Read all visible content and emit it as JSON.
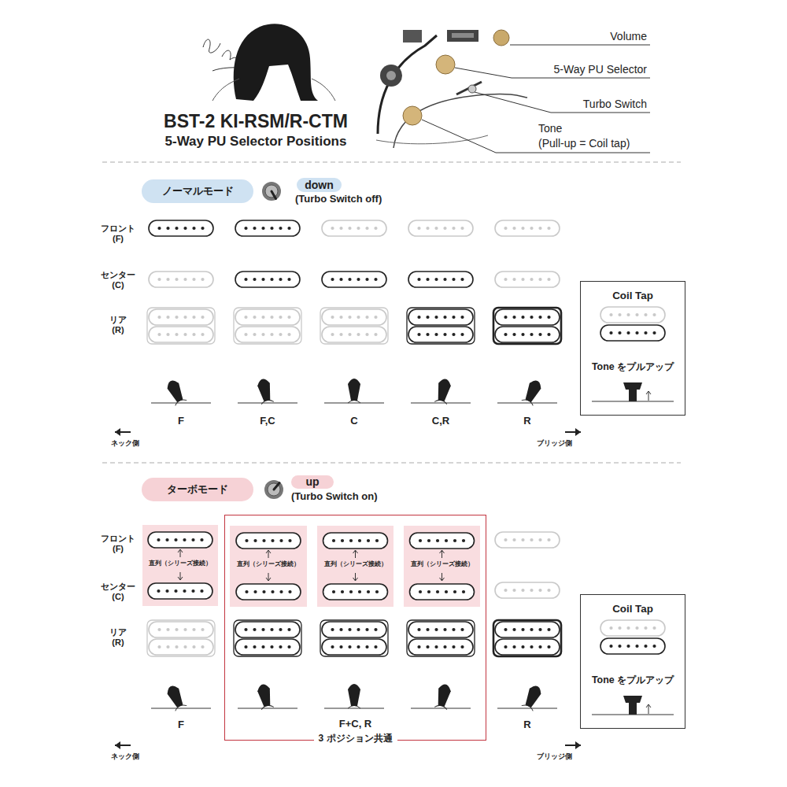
{
  "diagram": {
    "title": "BST-2 KI-RSM/R-CTM",
    "nodes": [
      {
        "text": [
          "ノーマルモード"
        ]
      },
      {
        "text": [
          "down"
        ]
      },
      {
        "text": [
          "Coil Tap",
          "Tone をプルアップ"
        ]
      },
      {
        "text": [
          "ターボモード"
        ]
      },
      {
        "text": [
          "up"
        ]
      },
      {
        "text": [
          "直列（シリーズ接続）"
        ]
      },
      {
        "text": [
          "F+C, R",
          "3 ポジション共通"
        ]
      },
      {
        "text": [
          "直列（シリーズ接続）"
        ],
        "in": 6
      },
      {
        "text": [
          "直列（シリーズ接続）"
        ],
        "in": 6
      },
      {
        "text": [
          "直列（シリーズ接続）"
        ],
        "in": 6
      },
      {
        "text": [
          "Coil Tap",
          "Tone をプルアップ"
        ]
      }
    ],
    "labels": [
      "5-Way PU Selector Positions",
      "Volume",
      "5-Way PU Selector",
      "Turbo Switch",
      "Tone",
      "(Pull-up = Coil tap)",
      "(Turbo Switch off)",
      "フロント (F)",
      "センター (C)",
      "リア (R)",
      "F",
      "F,C",
      "C",
      "C,R",
      "R",
      "ネック側",
      "ブリッジ側",
      "(Turbo Switch on)",
      "フロント (F)",
      "センター (C)",
      "リア (R)",
      "F",
      "R",
      "ネック側",
      "ブリッジ側"
    ]
  }
}
